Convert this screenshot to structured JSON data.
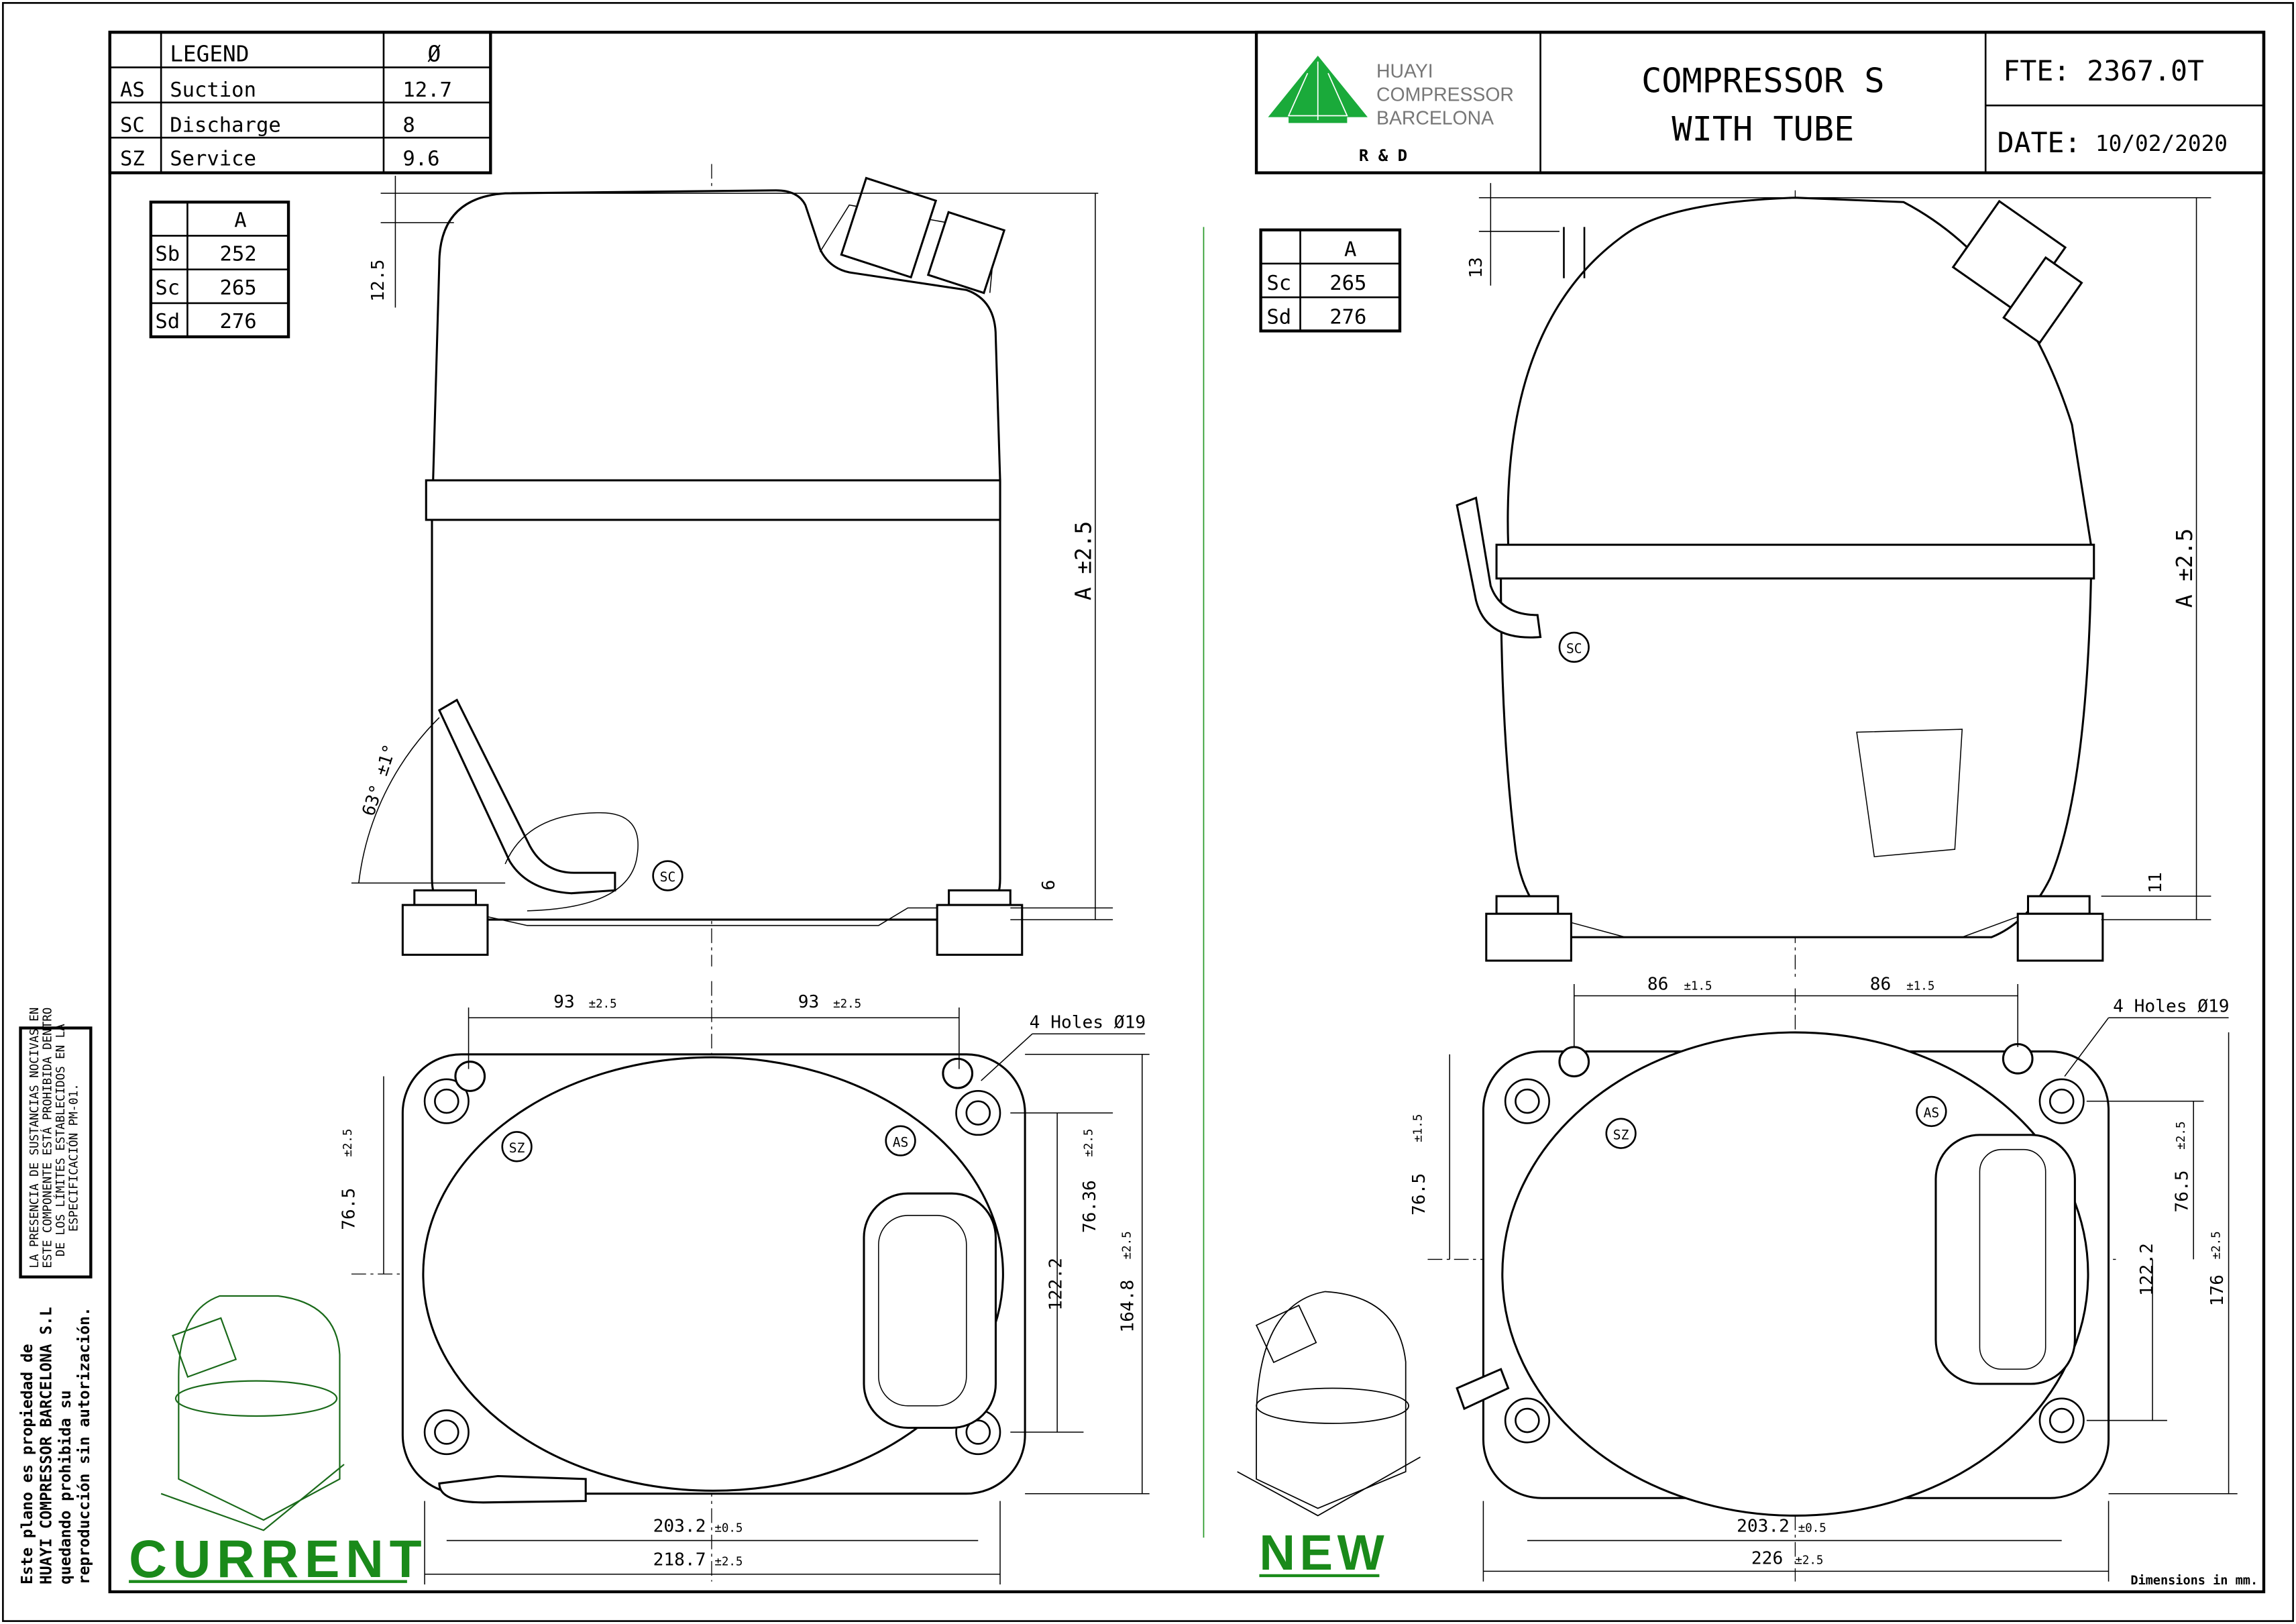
{
  "legend": {
    "header": "LEGEND",
    "header_symbol": "Ø",
    "rows": [
      {
        "code": "AS",
        "name": "Suction",
        "diameter": "12.7"
      },
      {
        "code": "SC",
        "name": "Discharge",
        "diameter": "8"
      },
      {
        "code": "SZ",
        "name": "Service",
        "diameter": "9.6"
      }
    ]
  },
  "title_block": {
    "logo_lines": [
      "HUAYI",
      "COMPRESSOR",
      "BARCELONA"
    ],
    "dept": "R & D",
    "title_line1": "COMPRESSOR S",
    "title_line2": "WITH TUBE",
    "fte": "FTE: 2367.0T",
    "date_label": "DATE:",
    "date_value": "10/02/2020",
    "logo_color": "#1aaa3a"
  },
  "current": {
    "label": "CURRENT",
    "table": {
      "header": "A",
      "rows": [
        [
          "Sb",
          "252"
        ],
        [
          "Sc",
          "265"
        ],
        [
          "Sd",
          "276"
        ]
      ]
    },
    "dims": {
      "top_offset": "12.5",
      "a_height": "A ±2.5",
      "base": "6",
      "angle": "63° ±1°",
      "left_half": "93",
      "right_half": "93",
      "tol_half": "±2.5",
      "holes": "4 Holes Ø19",
      "left_76": "76.5",
      "left_76_tol": "±2.5",
      "v76": "76.36",
      "v76_tol": "±2.5",
      "v122": "122.2",
      "v164": "164.8",
      "v164_tol": "±2.5",
      "w203": "203.2",
      "w203_tol": "±0.5",
      "w218": "218.7",
      "w218_tol": "±2.5"
    },
    "tags": {
      "sc": "SC",
      "sz": "SZ",
      "as": "AS"
    }
  },
  "new": {
    "label": "NEW",
    "table": {
      "header": "A",
      "rows": [
        [
          "Sc",
          "265"
        ],
        [
          "Sd",
          "276"
        ]
      ]
    },
    "dims": {
      "top_offset": "13",
      "a_height": "A ±2.5",
      "base": "11",
      "left_half": "86",
      "right_half": "86",
      "tol_half": "±1.5",
      "holes": "4 Holes Ø19",
      "left_76": "76.5",
      "left_76_tol": "±1.5",
      "v76": "76.5",
      "v76_tol": "±2.5",
      "v122": "122.2",
      "v176": "176",
      "v176_tol": "±2.5",
      "w203": "203.2",
      "w203_tol": "±0.5",
      "w226": "226",
      "w226_tol": "±2.5"
    },
    "tags": {
      "sc": "SC",
      "sz": "SZ",
      "as": "AS"
    }
  },
  "notes": {
    "hazard": [
      "LA PRESENCIA DE SUSTANCIAS NOCIVAS EN",
      "ESTE COMPONENTE ESTÁ PROHIBIDA DENTRO",
      "DE LOS LÍMITES ESTABLECIDOS EN LA",
      "ESPECIFICACIÓN PM-01."
    ],
    "property": [
      "Este plano es propiedad de",
      "HUAYI COMPRESSOR BARCELONA S.L",
      "quedando prohibida su",
      "reproducción sin autorización."
    ],
    "units": "Dimensions in mm."
  }
}
